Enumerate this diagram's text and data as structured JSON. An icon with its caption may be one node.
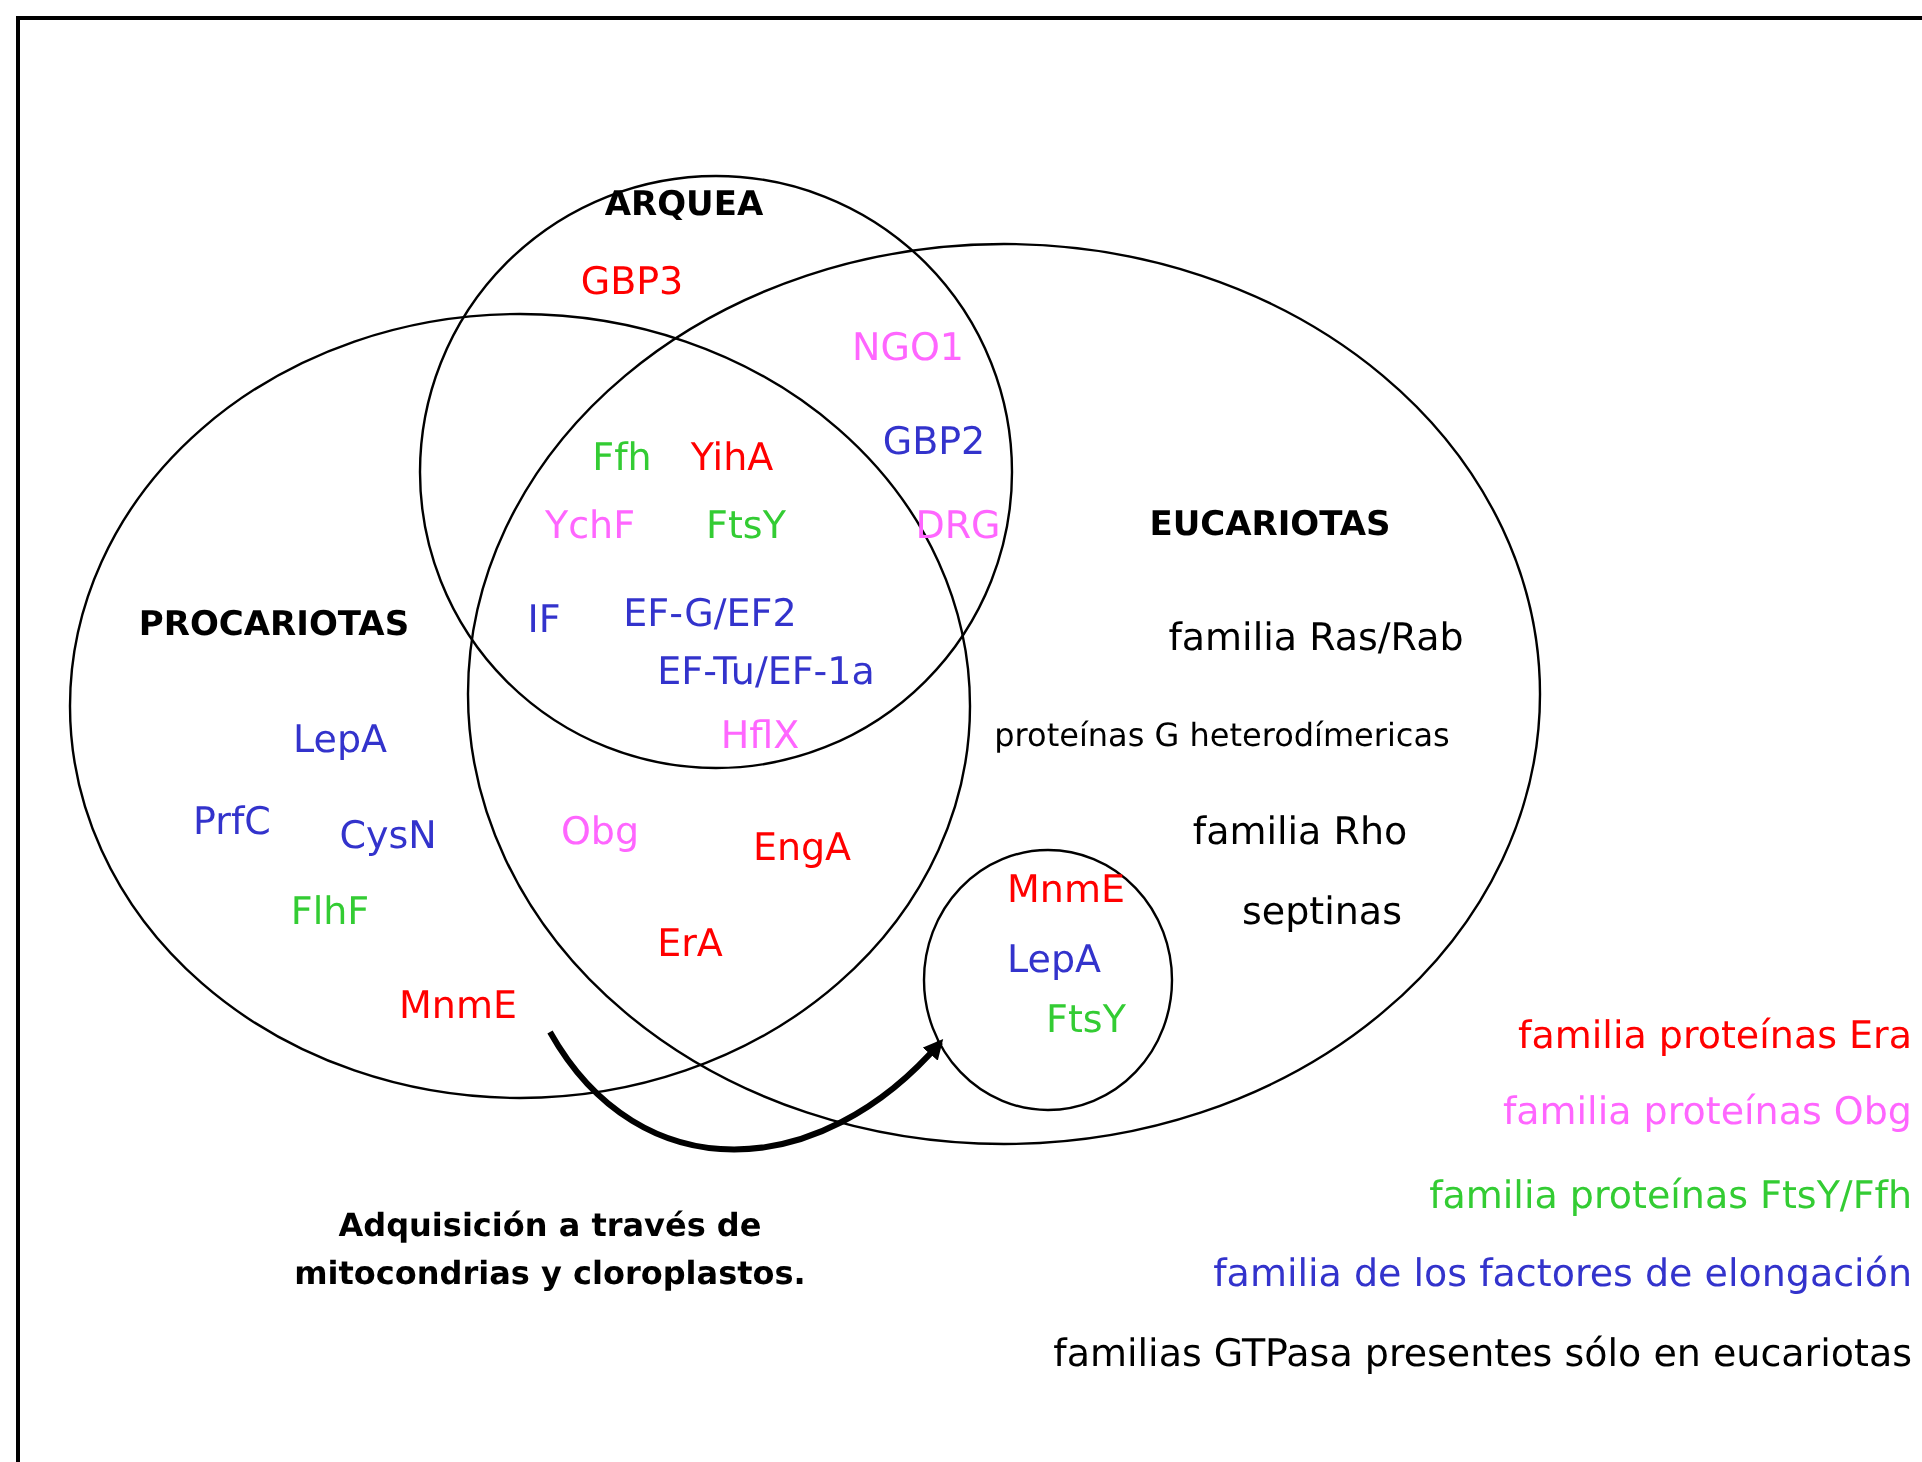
{
  "diagram": {
    "nodes": [
      {
        "text": [
          "ARQUEA"
        ]
      },
      {
        "text": [
          "PROCARIOTAS"
        ]
      },
      {
        "text": [
          "EUCARIOTAS"
        ]
      },
      {
        "text": [
          "MnmE"
        ],
        "in": 1
      },
      {
        "text": [
          "MnmE",
          "LepA",
          "FtsY"
        ],
        "in": 2
      }
    ],
    "edges": [
      {
        "from": 3,
        "to": 4,
        "arrow": "to"
      }
    ],
    "labels": [
      "GBP3",
      "NGO1",
      "Ffh",
      "YihA",
      "GBP2",
      "YchF",
      "FtsY",
      "DRG",
      "IF",
      "EF-G/EF2",
      "familia Ras/Rab",
      "EF-Tu/EF-1a",
      "LepA",
      "HflX",
      "proteínas G heterodímericas",
      "PrfC",
      "CysN",
      "Obg",
      "EngA",
      "familia Rho",
      "FlhF",
      "septinas",
      "ErA",
      "Adquisición a través de mitocondrias y cloroplastos."
    ],
    "legend": [
      {
        "text": "familia proteínas Era",
        "color": "#ff0000"
      },
      {
        "text": "familia proteínas Obg",
        "color": "#ff66ff"
      },
      {
        "text": "familia proteínas FtsY/Ffh",
        "color": "#33cc33"
      },
      {
        "text": "familia de los factores de elongación",
        "color": "#3333cc"
      },
      {
        "text": "familias GTPasa presentes sólo en eucariotas",
        "color": "#000000"
      }
    ]
  }
}
